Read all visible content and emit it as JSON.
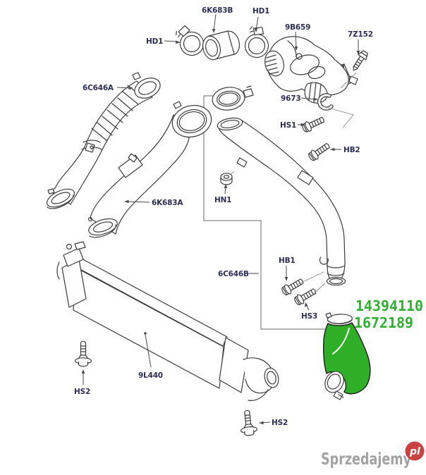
{
  "part_labels": {
    "hd1_left": "HD1",
    "hose_6k683b": "6K683B",
    "hd1_right": "HD1",
    "pipe_9b659": "9B659",
    "screw_7z152": "7Z152",
    "clip_9673": "9673",
    "bolt_hs1": "HS1",
    "bolt_hb2": "HB2",
    "hose_6c646a": "6C646A",
    "hose_6k683a": "6K683A",
    "nut_hn1": "HN1",
    "pipe_6c646b": "6C646B",
    "bolt_hb1": "HB1",
    "bolt_hs3": "HS3",
    "intercooler_9l440": "9L440",
    "screw_hs2_left": "HS2",
    "screw_hs2_bottom": "HS2"
  },
  "highlighted_part_numbers": {
    "line1": "14394110",
    "line2": "1672189"
  },
  "watermark": {
    "site": "Sprzedajemy",
    "tld": "pl"
  },
  "colors": {
    "highlight_green": "#2fae27",
    "number_green": "#2db22d",
    "label_ink": "#2d2d5a",
    "line_ink": "#3c3c3c",
    "watermark_gray": "#a3a3a3",
    "badge_red": "#cb4040"
  }
}
